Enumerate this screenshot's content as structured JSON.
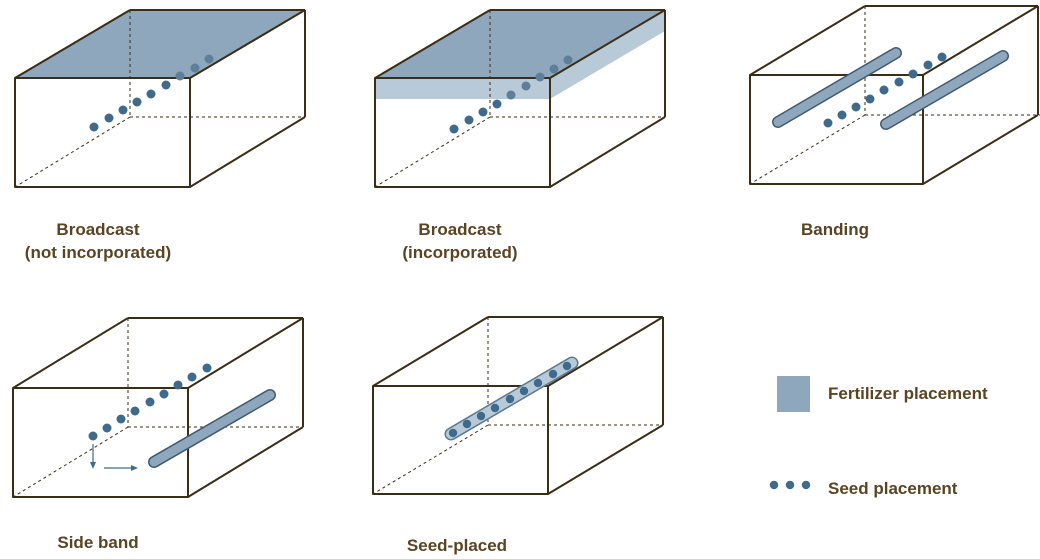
{
  "panels": [
    {
      "key": "broadcast-not-incorporated",
      "caption": [
        "Broadcast",
        "(not incorporated)"
      ]
    },
    {
      "key": "broadcast-incorporated",
      "caption": [
        "Broadcast",
        "(incorporated)"
      ]
    },
    {
      "key": "banding",
      "caption": [
        "Banding"
      ]
    },
    {
      "key": "side-band",
      "caption": [
        "Side band"
      ]
    },
    {
      "key": "seed-placed",
      "caption": [
        "Seed-placed"
      ]
    }
  ],
  "legend": {
    "fertilizer_label": "Fertilizer placement",
    "seed_label": "Seed placement"
  },
  "colors": {
    "outline": "#3a2e16",
    "fertilizer": "#8ea7bc",
    "fertilizer_light": "#b8c9d7",
    "seed": "#3f6a8c",
    "caption": "#5a4424"
  }
}
